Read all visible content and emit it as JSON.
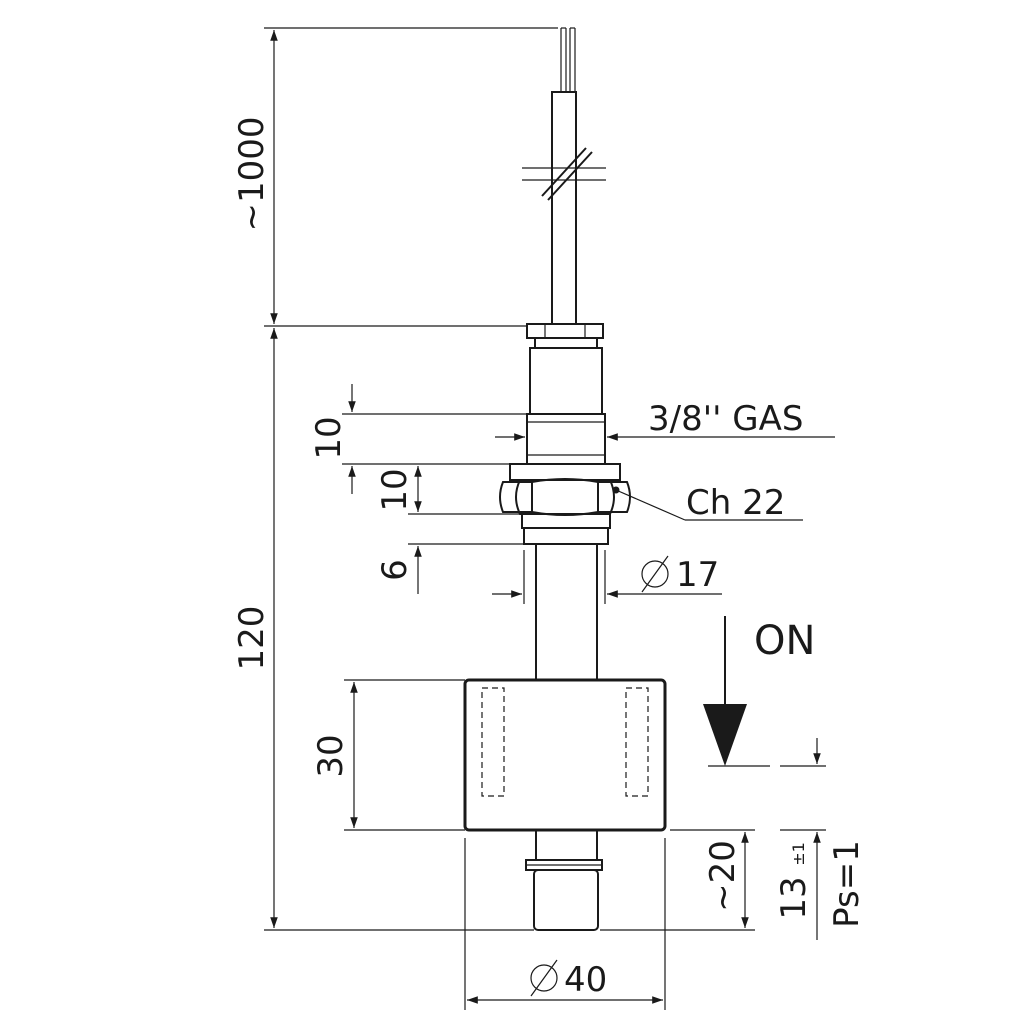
{
  "labels": {
    "cable_length": "~1000",
    "total_length": "120",
    "dim_thread_height": "10",
    "dim_nut_height": "10",
    "dim_collar_height": "6",
    "thread_spec": "3/8'' GAS",
    "wrench_size": "Ch 22",
    "stem_diameter": "17",
    "float_height": "30",
    "float_diameter": "40",
    "bottom_length": "~20",
    "switch_point": "13",
    "switch_tolerance": "±1",
    "specific_gravity": "Ps=1",
    "action_state": "ON"
  },
  "icons": {
    "diameter_symbol": "diameter-symbol-icon",
    "direction_arrow": "arrow-down-icon"
  },
  "colors": {
    "line": "#1a1a1a",
    "background": "#ffffff"
  }
}
